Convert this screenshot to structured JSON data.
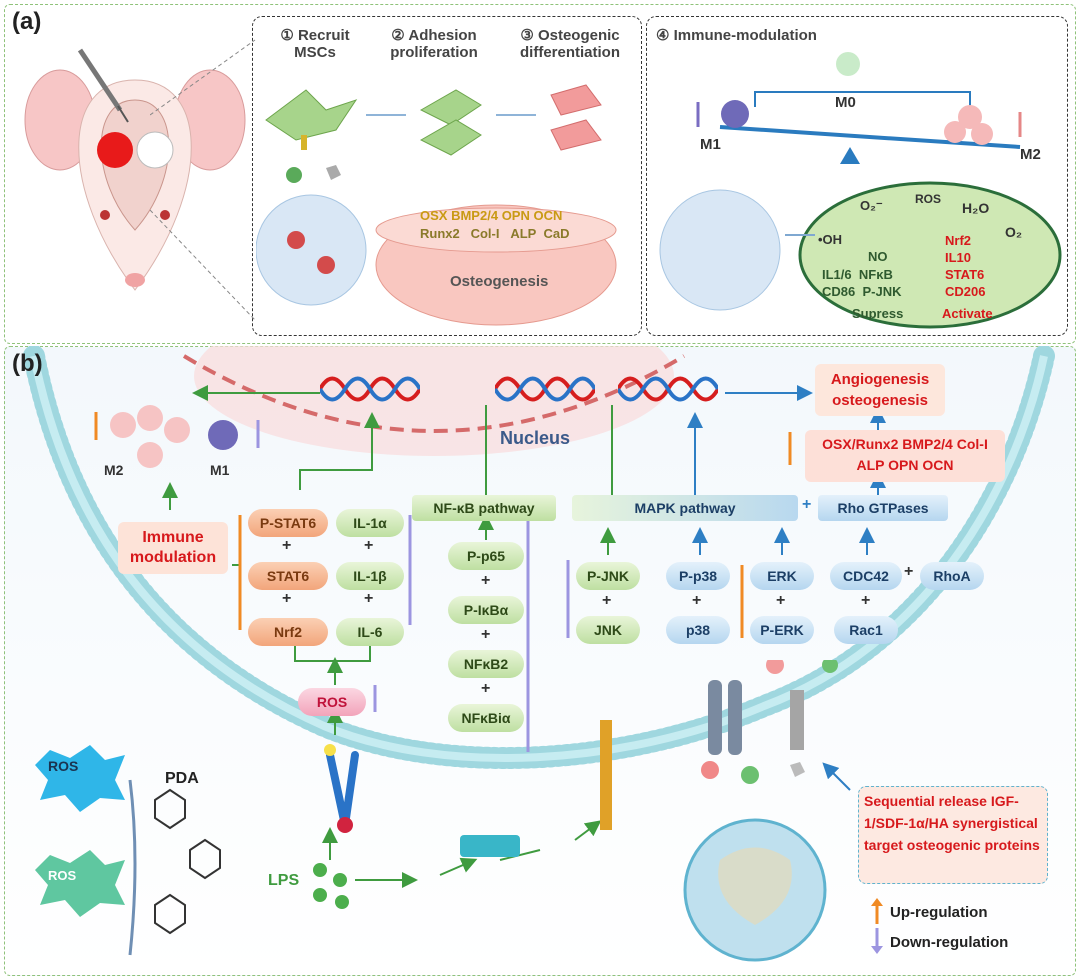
{
  "panel_a": {
    "label": "(a)",
    "steps": [
      "① Recruit MSCs",
      "② Adhesion proliferation",
      "③ Osteogenic differentiation",
      "④ Immune-modulation"
    ],
    "osteo_markers_top": [
      "OSX",
      "BMP2/4",
      "OPN",
      "OCN"
    ],
    "osteo_markers_bottom": [
      "Runx2",
      "Col-I",
      "ALP",
      "CaD"
    ],
    "osteogenesis": "Osteogenesis",
    "macrophages": {
      "m0": "M0",
      "m1": "M1",
      "m2": "M2"
    },
    "cell_species": {
      "oh": "•OH",
      "o2minus": "O₂⁻",
      "ros": "ROS",
      "h2o": "H₂O",
      "o2": "O₂",
      "no": "NO"
    },
    "suppress_list": [
      "IL1/6",
      "NFκB",
      "CD86",
      "P-JNK"
    ],
    "suppress_label": "Supress",
    "activate_list": [
      "Nrf2",
      "IL10",
      "STAT6",
      "CD206"
    ],
    "activate_label": "Activate"
  },
  "panel_b": {
    "label": "(b)",
    "nucleus": "Nucleus",
    "outcome": "Angiogenesis osteogenesis",
    "proteins": "OSX/Runx2 BMP2/4 Col-I ALP OPN OCN",
    "immune": "Immune modulation",
    "m2": "M2",
    "m1": "M1",
    "nfkb_pathway": "NF-κB pathway",
    "mapk_pathway": "MAPK pathway",
    "rho": "Rho GTPases",
    "left_col": [
      "P-STAT6",
      "STAT6",
      "Nrf2"
    ],
    "il_col": [
      "IL-1α",
      "IL-1β",
      "IL-6"
    ],
    "nfkb_col": [
      "P-p65",
      "P-IκBα",
      "NFκB2",
      "NFκBiα"
    ],
    "jnk_col": [
      "P-JNK",
      "JNK"
    ],
    "p38_col": [
      "P-p38",
      "p38"
    ],
    "erk_col": [
      "ERK",
      "P-ERK"
    ],
    "cdc_col": [
      "CDC42",
      "Rac1"
    ],
    "rhoa": "RhoA",
    "ros": "ROS",
    "pda": "PDA",
    "lps": "LPS",
    "release": "Sequential release IGF-1/SDF-1α/HA synergistical target osteogenic proteins",
    "up": "Up-regulation",
    "down": "Down-regulation",
    "colors": {
      "up": "#f08a24",
      "down": "#9c95e0",
      "red_text": "#d7191c"
    }
  }
}
